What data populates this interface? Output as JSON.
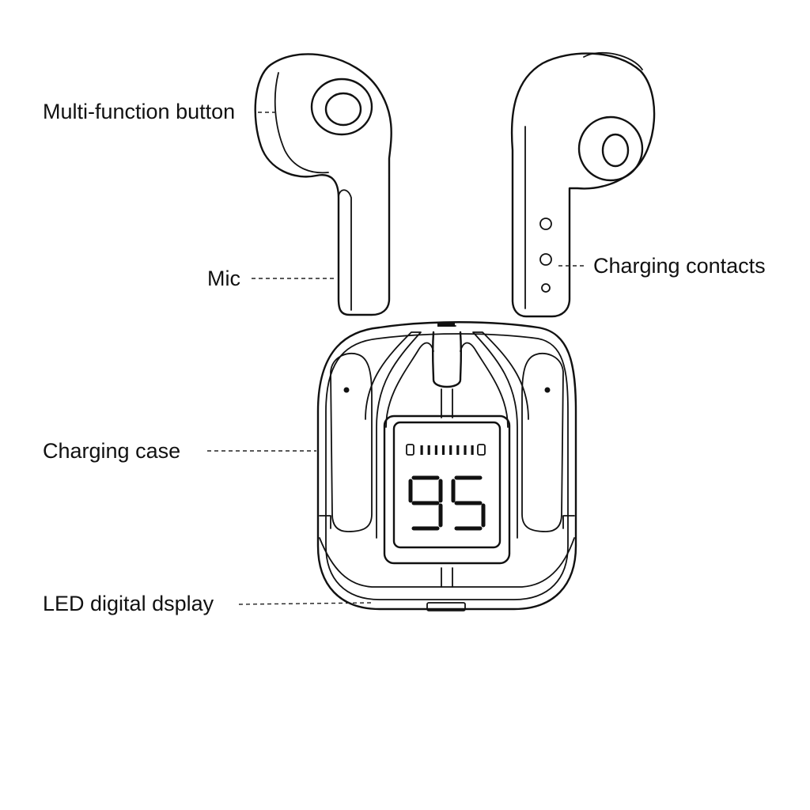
{
  "labels": {
    "multi_function_button": "Multi-function button",
    "mic": "Mic",
    "charging_contacts": "Charging contacts",
    "charging_case": "Charging case",
    "led_display": "LED digital dsplay"
  },
  "display": {
    "battery_level": "95",
    "battery_bar_segments": 8
  }
}
